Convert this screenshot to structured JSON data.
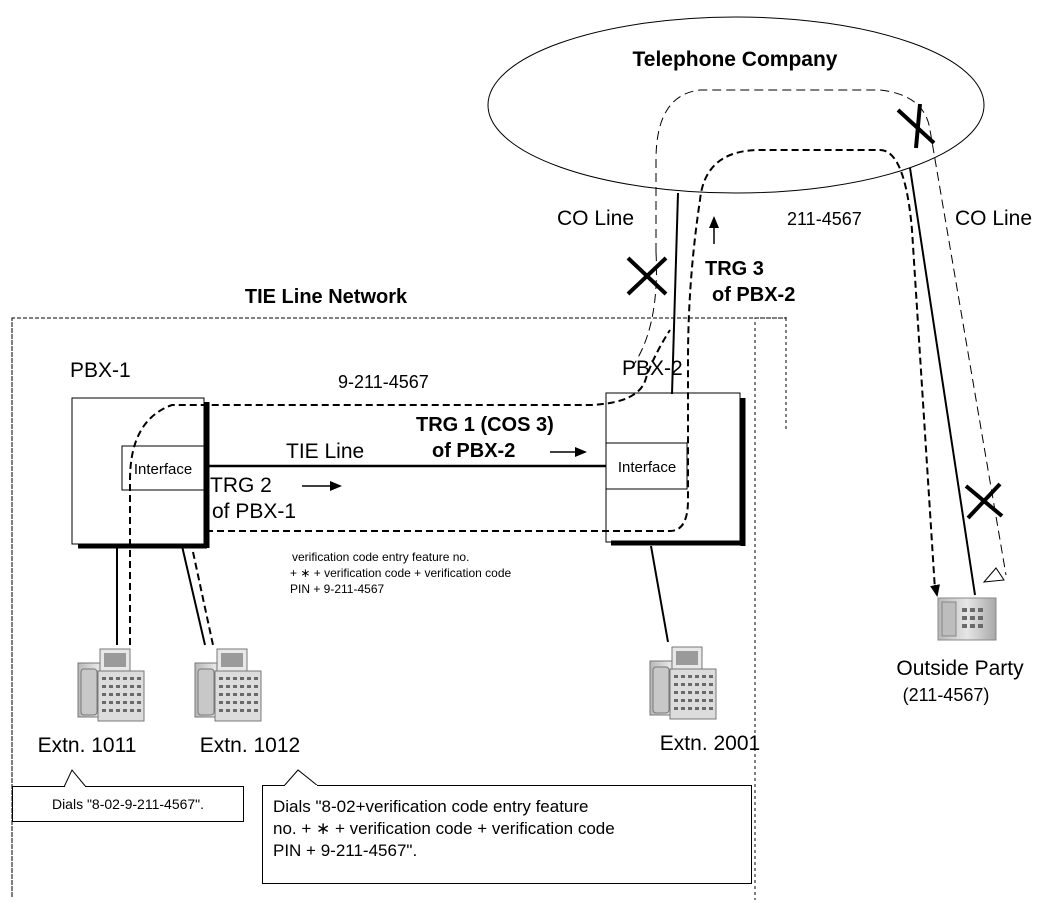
{
  "telephone_company": {
    "label": "Telephone Company"
  },
  "co_line_left": "CO Line",
  "co_line_right": "CO Line",
  "number_outside": "211-4567",
  "trg3": {
    "line1": "TRG 3",
    "line2": "of PBX-2"
  },
  "network": {
    "label": "TIE Line Network"
  },
  "pbx1": {
    "label": "PBX-1",
    "interface": "Interface"
  },
  "pbx2": {
    "label": "PBX-2",
    "interface": "Interface"
  },
  "dialed_number": "9-211-4567",
  "trg1": {
    "line1": "TRG 1 (COS 3)",
    "line2": "of PBX-2"
  },
  "tie_line": "TIE Line",
  "trg2": {
    "line1": "TRG 2",
    "line2": "of PBX-1"
  },
  "verification_note": {
    "line1": "verification code entry feature no.",
    "line2": "+ ∗ + verification code + verification code",
    "line3": "PIN + 9-211-4567"
  },
  "extensions": {
    "ext1011": "Extn. 1011",
    "ext1012": "Extn. 1012",
    "ext2001": "Extn. 2001"
  },
  "outside_party": {
    "label": "Outside Party",
    "number": "(211-4567)"
  },
  "callout_1011": "Dials \"8-02-9-211-4567\".",
  "callout_1012": {
    "line1": "Dials \"8-02+verification code entry feature",
    "line2": "no. + ∗  + verification code + verification code",
    "line3": "PIN + 9-211-4567\"."
  },
  "colors": {
    "phone_body": "#d0d0d0",
    "phone_dark": "#8a8a8a",
    "line": "#000000"
  }
}
